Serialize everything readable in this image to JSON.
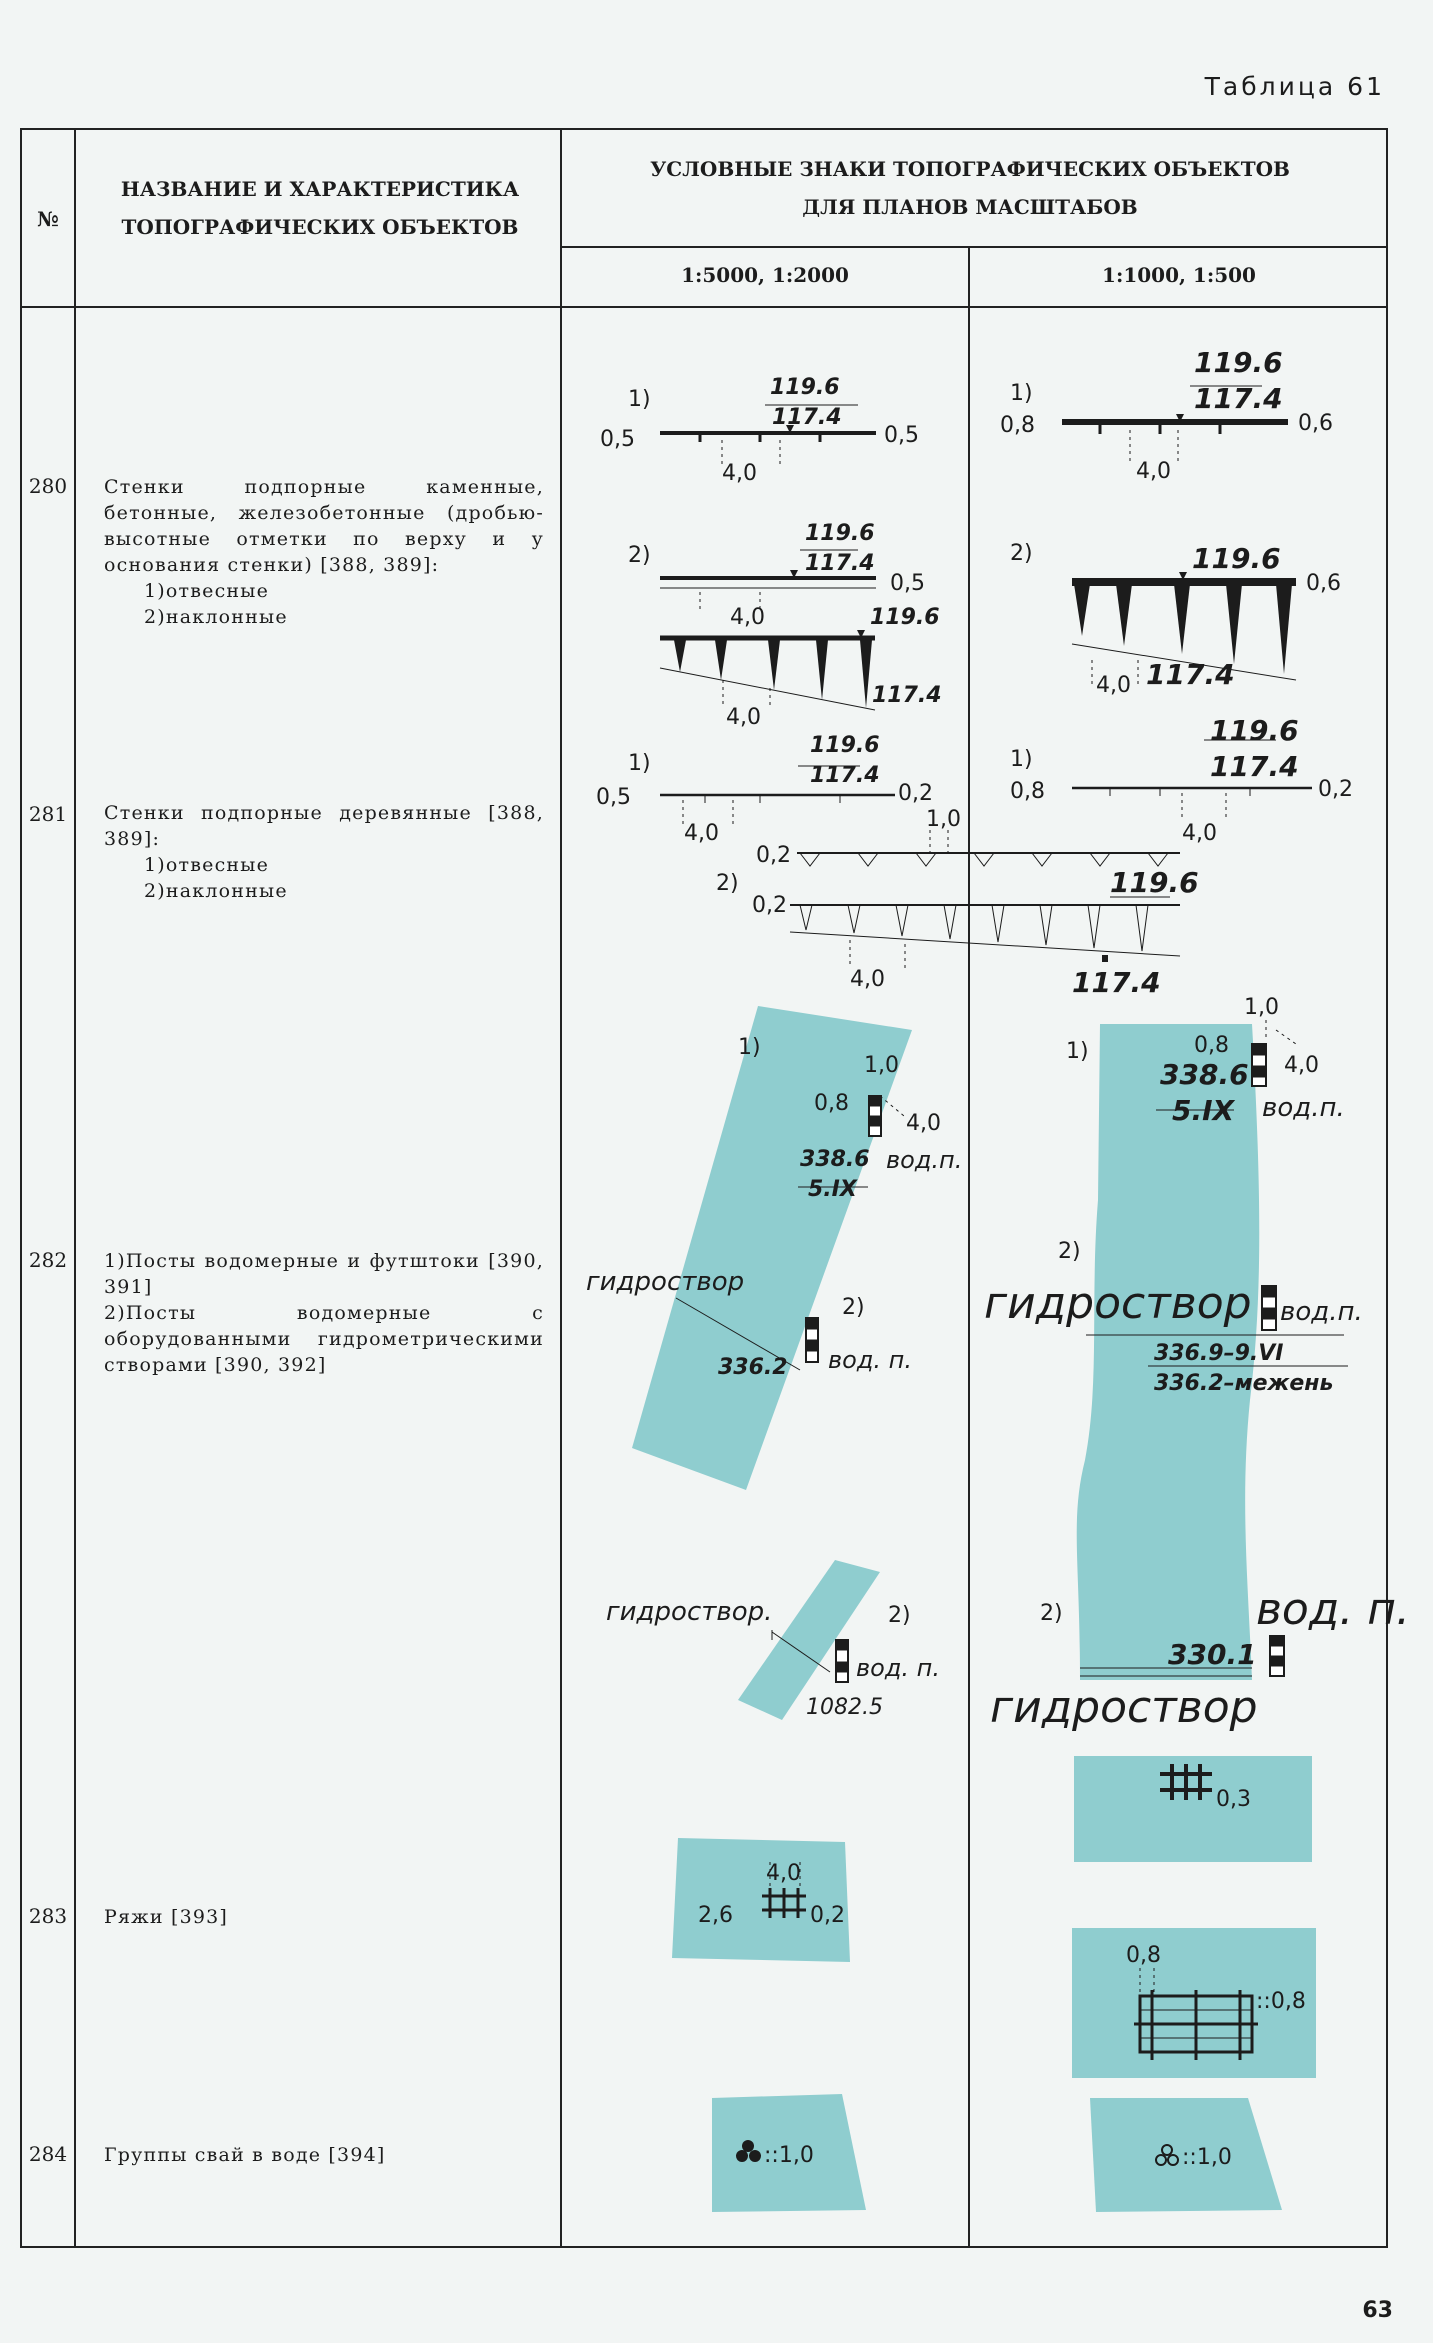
{
  "page": {
    "table_title": "Таблица 61",
    "page_number": "63"
  },
  "header": {
    "num": "№",
    "name_col": "НАЗВАНИЕ И ХАРАКТЕРИСТИКА ТОПОГРАФИЧЕСКИХ ОБЪЕКТОВ",
    "symbols_col": "УСЛОВНЫЕ ЗНАКИ ТОПОГРАФИЧЕСКИХ ОБЪЕКТОВ ДЛЯ ПЛАНОВ МАСШТАБОВ",
    "scale_left": "1:5000, 1:2000",
    "scale_right": "1:1000, 1:500"
  },
  "rows": [
    {
      "num": "280",
      "text": "Стенки подпорные каменные, бетонные, железобетонные (дробью-высотные отметки по верху и у основания стенки) [388, 389]:",
      "items": [
        "1)отвесные",
        "2)наклонные"
      ]
    },
    {
      "num": "281",
      "text": "Стенки подпорные деревянные [388, 389]:",
      "items": [
        "1)отвесные",
        "2)наклонные"
      ]
    },
    {
      "num": "282",
      "text": "1)Посты водомерные и футштоки [390, 391]",
      "items": [
        "2)Посты водомерные с оборудованными гидрометрическими створами [390, 392]"
      ]
    },
    {
      "num": "283",
      "text": "Ряжи [393]",
      "items": []
    },
    {
      "num": "284",
      "text": "Группы свай в воде [394]",
      "items": []
    }
  ],
  "symbols": {
    "n1": "1)",
    "n2": "2)",
    "top": "119.6",
    "bottom": "117.4",
    "d05": "0,5",
    "d06": "0,6",
    "d08": "0,8",
    "d02": "0,2",
    "d10": "1,0",
    "d40": "4,0",
    "d26": "2,6",
    "d03": "0,3",
    "mark_338": "338.6",
    "mark_5ix": "5.IX",
    "vodp": "вод.п.",
    "vodp_sp": "вод. п.",
    "gidro": "гидроствор",
    "gidro_dot": "гидроствор.",
    "mark_336": "336.2",
    "mark_1082": "1082.5",
    "mark_330": "330.1",
    "mark_3369": "336.9–9.VI",
    "mark_mezh": "336.2–межень",
    "d10_sep": "::1,0",
    "d08_sep": "::0,8"
  },
  "colors": {
    "water": "#8fcdcf",
    "ink": "#1c1c1c",
    "paper": "#f2f5f4"
  }
}
